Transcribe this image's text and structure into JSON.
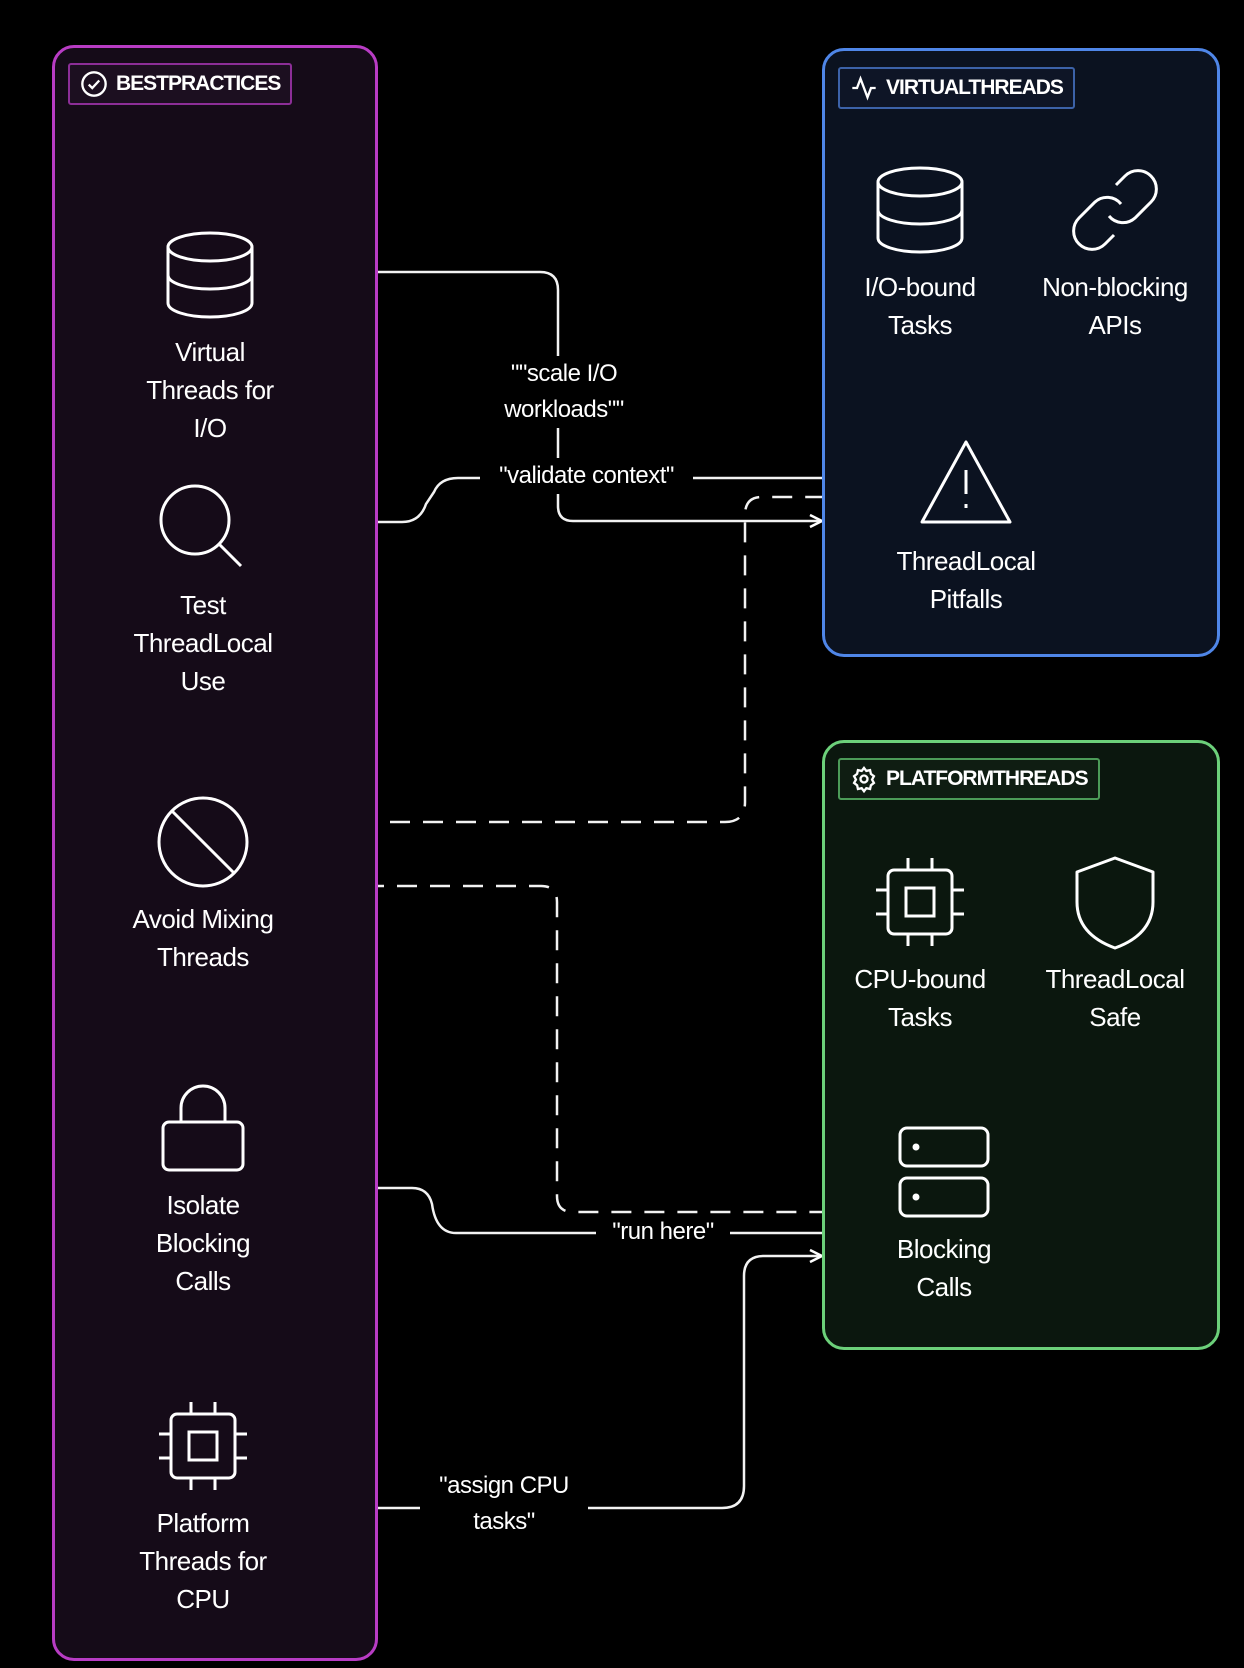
{
  "groups": {
    "best": {
      "title": "BESTPRACTICES",
      "icon": "check-circle-icon",
      "color": "#b83cc4"
    },
    "virtual": {
      "title": "VIRTUALTHREADS",
      "icon": "activity-icon",
      "color": "#4f86e8"
    },
    "platform": {
      "title": "PLATFORMTHREADS",
      "icon": "gear-icon",
      "color": "#6cd07a"
    }
  },
  "nodes": {
    "vt_for_io": {
      "label": "Virtual\nThreads for\nI/O",
      "icon": "database-icon"
    },
    "test_tl": {
      "label": "Test\nThreadLocal\nUse",
      "icon": "search-icon"
    },
    "avoid_mixing": {
      "label": "Avoid Mixing\nThreads",
      "icon": "ban-icon"
    },
    "isolate_blocking": {
      "label": "Isolate\nBlocking\nCalls",
      "icon": "lock-icon"
    },
    "pt_for_cpu": {
      "label": "Platform\nThreads for\nCPU",
      "icon": "cpu-icon"
    },
    "io_tasks": {
      "label": "I/O-bound\nTasks",
      "icon": "database-icon"
    },
    "nonblocking_apis": {
      "label": "Non-blocking\nAPIs",
      "icon": "link-icon"
    },
    "tl_pitfalls": {
      "label": "ThreadLocal\nPitfalls",
      "icon": "warning-icon"
    },
    "cpu_tasks": {
      "label": "CPU-bound\nTasks",
      "icon": "cpu-icon"
    },
    "tl_safe": {
      "label": "ThreadLocal\nSafe",
      "icon": "shield-icon"
    },
    "blocking_calls": {
      "label": "Blocking\nCalls",
      "icon": "server-icon"
    }
  },
  "edges": {
    "scale_io": {
      "label": "\"\"scale I/O\nworkloads\"\"",
      "from": "vt_for_io",
      "to": "tl_pitfalls"
    },
    "validate": {
      "label": "\"validate context\"",
      "from": "test_tl",
      "to": "tl_pitfalls"
    },
    "run_here": {
      "label": "\"run here\"",
      "from": "isolate_blocking",
      "to": "blocking_calls"
    },
    "assign_cpu": {
      "label": "\"assign CPU\ntasks\"",
      "from": "pt_for_cpu",
      "to": "blocking_calls"
    },
    "mix_virtual": {
      "label": "",
      "from": "avoid_mixing",
      "to": "tl_pitfalls",
      "style": "dashed"
    },
    "mix_platform": {
      "label": "",
      "from": "avoid_mixing",
      "to": "blocking_calls",
      "style": "dashed"
    }
  }
}
